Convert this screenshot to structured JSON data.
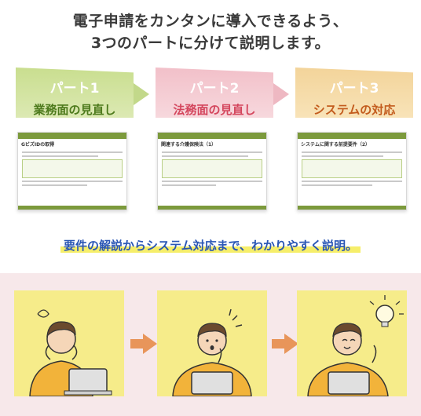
{
  "headline": {
    "line1": "電子申請をカンタンに導入できるよう、",
    "line2": "3つのパートに分けて説明します。"
  },
  "parts": [
    {
      "number": "パート1",
      "title": "業務面の見直し"
    },
    {
      "number": "パート2",
      "title": "法務面の見直し"
    },
    {
      "number": "パート3",
      "title": "システムの対応"
    }
  ],
  "slides": [
    {
      "title": "GビズIDの取得"
    },
    {
      "title": "関連する介護保険法（1）"
    },
    {
      "title": "システムに関する前提要件（2）"
    }
  ],
  "tagline": "要件の解説からシステム対応まで、わかりやすく説明。",
  "colors": {
    "part1": "#c9de8f",
    "part2": "#f2c0c9",
    "part3": "#f3d49a",
    "tagline_text": "#2a56b5",
    "tagline_highlight": "#f6ee6a",
    "panel_bg": "#f7e8ea",
    "card_bg": "#f6ec8a",
    "arrow": "#e8955a"
  },
  "illustrations": [
    {
      "icon": "worried-person-laptop-icon"
    },
    {
      "icon": "thinking-person-laptop-icon"
    },
    {
      "icon": "idea-person-laptop-icon"
    }
  ]
}
